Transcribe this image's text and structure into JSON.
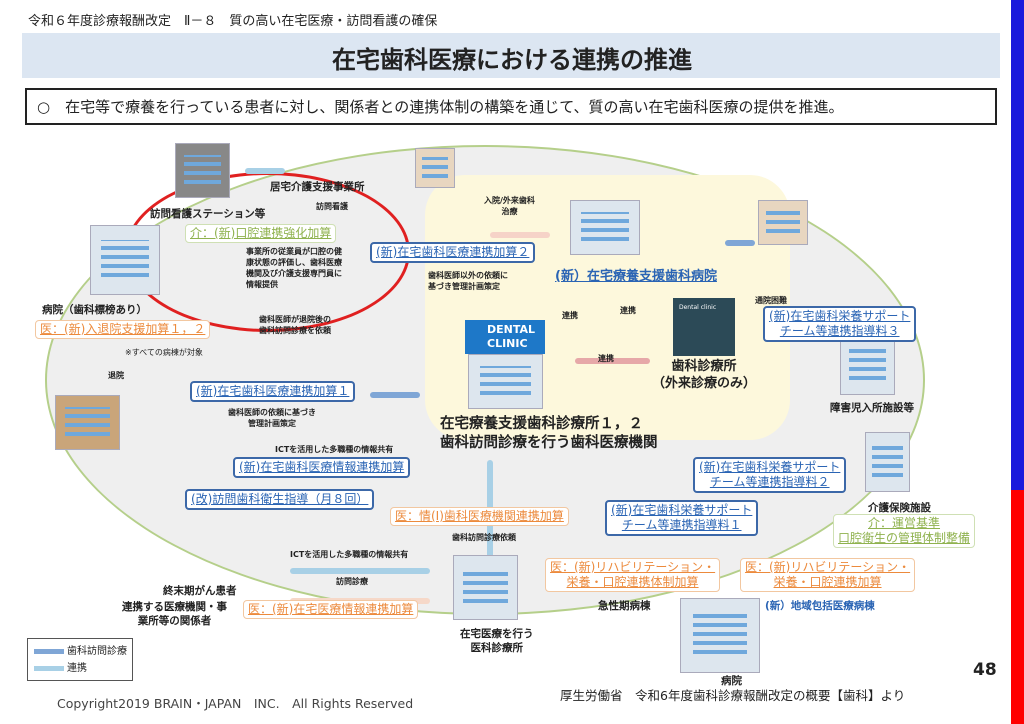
{
  "header": {
    "subtitle": "令和６年度診療報酬改定　Ⅱ－８　質の高い在宅医療・訪問看護の確保",
    "title": "在宅歯科医療における連携の推進",
    "summary": "○　在宅等で療養を行っている患者に対し、関係者との連携体制の構築を通じて、質の高い在宅歯科医療の提供を推進。"
  },
  "labels": {
    "kyotaku": "居宅介護支援事業所",
    "houmon_kango": "訪問看護",
    "station": "訪問看護ステーション等",
    "jigyosho_note": [
      "事業所の従業員が口腔の健",
      "康状態の評価し、歯科医療",
      "機関及び介護支援専門員に",
      "情報提供"
    ],
    "hospital": "病院（歯科標榜あり）",
    "all_wards": "※すべての病棟が対象",
    "discharge_note": [
      "歯科医師が退院後の",
      "歯科訪問診療を依頼"
    ],
    "non_dentist_note": [
      "歯科医師以外の依頼に",
      "基づき管理計画策定"
    ],
    "admission": [
      "入院/外来歯科",
      "治療"
    ],
    "support_hospital": "(新）在宅療養支援歯科病院",
    "renkei": "連携",
    "clinic_only": [
      "歯科診療所",
      "（外来診療のみ）"
    ],
    "dental_clinic_sign": [
      "DENTAL",
      "CLINIC"
    ],
    "tsuin_konnan": "通院困難",
    "shogaiji": "障害児入所施設等",
    "taiin": "退院",
    "dentist_request_note": [
      "歯科医師の依頼に基づき",
      "管理計画策定"
    ],
    "center": [
      "在宅療養支援歯科診療所１，２",
      "歯科訪問診療を行う歯科医療機関"
    ],
    "ict": "ICTを活用した多職種の情報共有",
    "visit_request": "歯科訪問診療依頼",
    "houmon_shinryo": "訪問診療",
    "terminal": "終末期がん患者",
    "related": [
      "連携する医療機関・事",
      "業所等の関係者"
    ],
    "home_clinic": [
      "在宅医療を行う",
      "医科診療所"
    ],
    "kaigo": "介護保険施設",
    "acute": "急性期病棟",
    "community_ward": "(新）地域包括医療病棟",
    "hospital2": "病院"
  },
  "boxes": {
    "koku_kyoka": "介：(新)口腔連携強化加算",
    "nyutaiin": "医：(新)入退院支援加算１，２",
    "renkei2": "(新)在宅歯科医療連携加算２",
    "eiyo3": [
      "(新)在宅歯科栄養サポート",
      "チーム等連携指導料３"
    ],
    "renkei1": "(新)在宅歯科医療連携加算１",
    "joho": "(新)在宅歯科医療情報連携加算",
    "eisei": "(改)訪問歯科衛生指導（月８回）",
    "kikan_renkei": "医：情(I)歯科医療機関連携加算",
    "zaitaku_joho": "医：(新)在宅医療情報連携加算",
    "eiyo2": [
      "(新)在宅歯科栄養サポート",
      "チーム等連携指導料２"
    ],
    "eiyo1": [
      "(新)在宅歯科栄養サポート",
      "チーム等連携指導料１"
    ],
    "unei": [
      "介：運営基準",
      "口腔衛生の管理体制整備"
    ],
    "reha1": [
      "医：(新)リハビリテーション・",
      "栄養・口腔連携体制加算"
    ],
    "reha2": [
      "医：(新)リハビリテーション・",
      "栄養・口腔連携加算"
    ]
  },
  "legend": {
    "visit": "歯科訪問診療",
    "link": "連携"
  },
  "footer": {
    "page": "48",
    "source": "厚生労働省　令和6年度歯科診療報酬改定の概要【歯科】より",
    "copyright": "Copyright2019  BRAIN・JAPAN　INC.　All Rights Reserved"
  },
  "colors": {
    "blue_box": "#3c68a8",
    "orange_box": "#ec8a3c",
    "green_box": "#8fb24e",
    "accent_red": "#e02020",
    "edge_blue": "#1a1adc"
  }
}
